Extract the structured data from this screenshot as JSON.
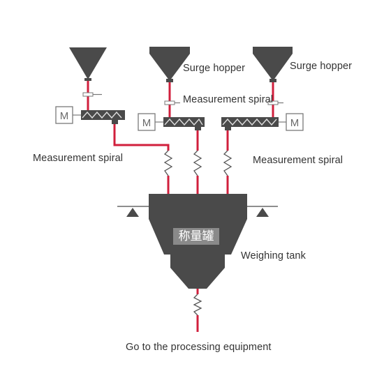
{
  "labels": {
    "surge_hopper_1": "Surge hopper",
    "surge_hopper_2": "Surge hopper",
    "measurement_spiral_left": "Measurement spiral",
    "measurement_spiral_middle": "Measurement spiral",
    "measurement_spiral_right": "Measurement spiral",
    "weighing_tank": "Weighing tank",
    "tank_text": "称量罐",
    "output": "Go to the processing equipment"
  },
  "motor_symbol": "M",
  "colors": {
    "equipment": "#4a4a4a",
    "pipe": "#d11f3c",
    "outline": "#7a7a7a",
    "text": "#333333"
  }
}
